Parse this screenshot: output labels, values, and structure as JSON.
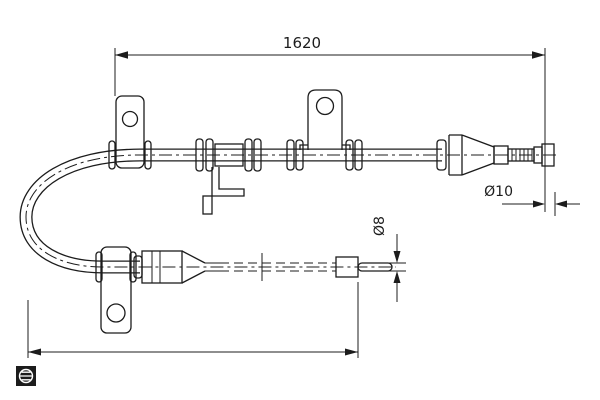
{
  "canvas": {
    "background": "#ffffff",
    "line_color": "#1c1c1c"
  },
  "labels": {
    "overall_length": "1620",
    "end_fitting_diameter": "Ø10",
    "cable_diameter": "Ø8"
  },
  "icons": {
    "logo": "bosch-armature-icon"
  }
}
